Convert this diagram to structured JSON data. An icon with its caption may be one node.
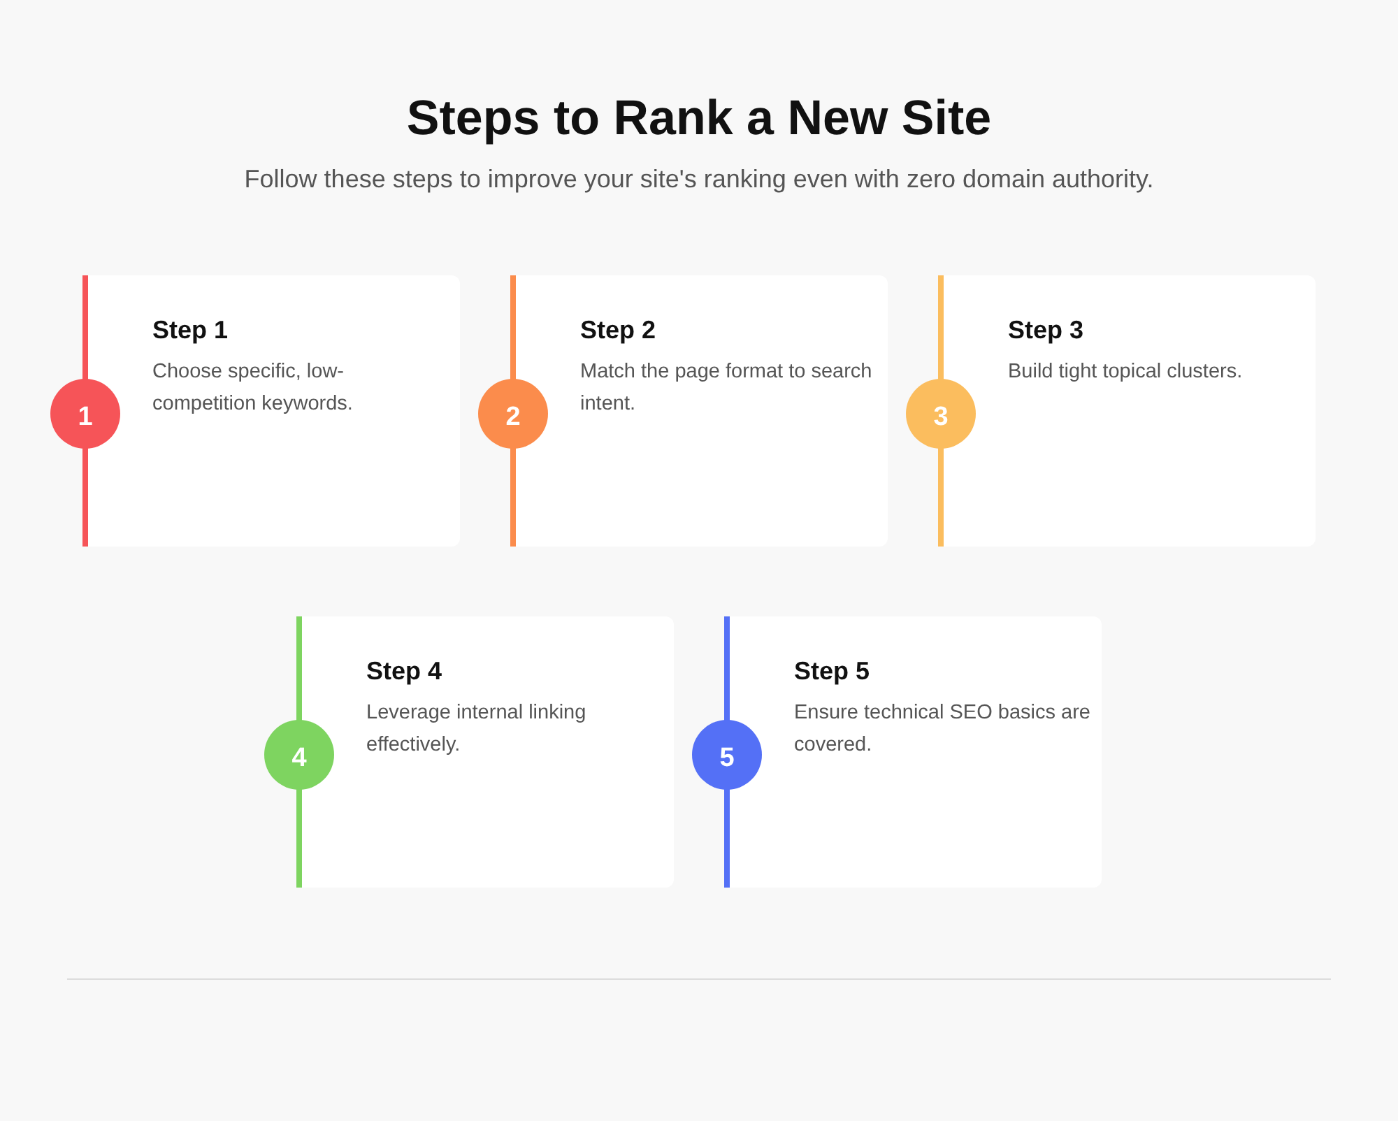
{
  "diagram": {
    "title": "Steps to Rank a New Site",
    "nodes": [
      {
        "text": [
          "1"
        ]
      },
      {
        "text": [
          "Step 1",
          "Choose specific, low-competition keywords."
        ]
      },
      {
        "text": [
          "2"
        ]
      },
      {
        "text": [
          "Step 2",
          "Match the page format to search intent."
        ]
      },
      {
        "text": [
          "3"
        ]
      },
      {
        "text": [
          "Step 3",
          "Build tight topical clusters."
        ]
      },
      {
        "text": [
          "4"
        ]
      },
      {
        "text": [
          "Step 4",
          "Leverage internal linking effectively."
        ]
      },
      {
        "text": [
          "5"
        ]
      },
      {
        "text": [
          "Step 5",
          "Ensure technical SEO basics are covered."
        ]
      }
    ],
    "labels": [
      "Follow these steps to improve your site's ranking even with zero domain authority."
    ]
  }
}
